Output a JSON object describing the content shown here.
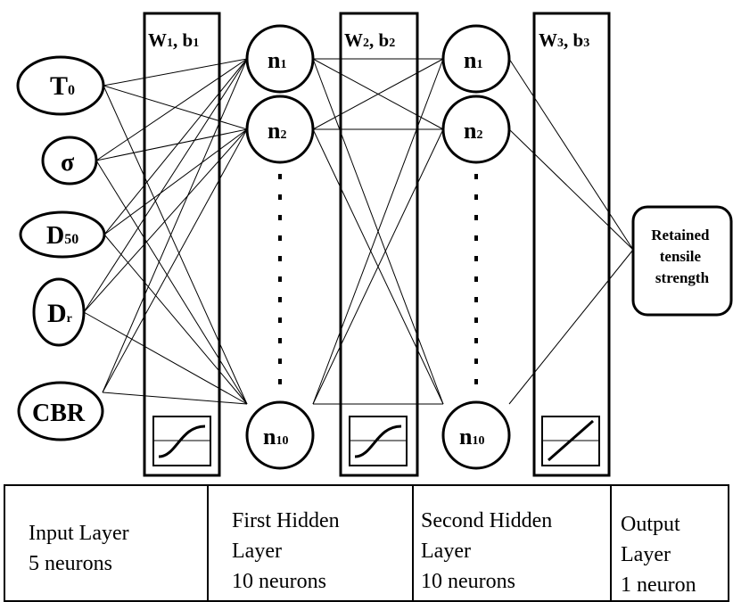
{
  "inputs": [
    {
      "main": "T",
      "sub": "0"
    },
    {
      "main": "σ",
      "sub": ""
    },
    {
      "main": "D",
      "sub": "50"
    },
    {
      "main": "D",
      "sub": "r"
    },
    {
      "main": "CBR",
      "sub": ""
    }
  ],
  "weights": [
    {
      "w": "W",
      "ws": "1",
      "b": "b",
      "bs": "1"
    },
    {
      "w": "W",
      "ws": "2",
      "b": "b",
      "bs": "2"
    },
    {
      "w": "W",
      "ws": "3",
      "b": "b",
      "bs": "3"
    }
  ],
  "hidden1": [
    {
      "main": "n",
      "sub": "1"
    },
    {
      "main": "n",
      "sub": "2"
    },
    {
      "main": "n",
      "sub": "10"
    }
  ],
  "hidden2": [
    {
      "main": "n",
      "sub": "1"
    },
    {
      "main": "n",
      "sub": "2"
    },
    {
      "main": "n",
      "sub": "10"
    }
  ],
  "activations": [
    "sigmoid-icon",
    "sigmoid-icon",
    "linear-icon"
  ],
  "output": {
    "lines": [
      "Retained",
      "tensile",
      "strength"
    ]
  },
  "table": [
    {
      "lines": [
        "Input Layer",
        "5 neurons"
      ]
    },
    {
      "lines": [
        "First Hidden",
        "Layer",
        "10 neurons"
      ]
    },
    {
      "lines": [
        "Second Hidden",
        "Layer",
        "10 neurons"
      ]
    },
    {
      "lines": [
        "Output Layer",
        "1 neuron"
      ]
    }
  ]
}
